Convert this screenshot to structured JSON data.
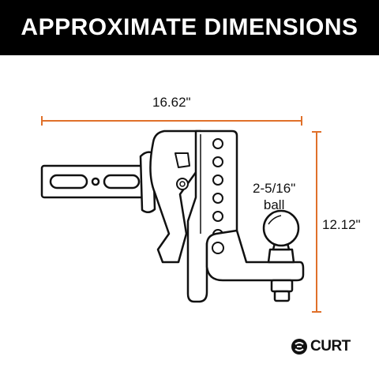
{
  "header": {
    "title": "APPROXIMATE DIMENSIONS"
  },
  "dimensions": {
    "width": "16.62\"",
    "height": "12.12\"",
    "ball_size": "2-5/16\"",
    "ball_word": "ball"
  },
  "brand": {
    "name": "CURT"
  },
  "colors": {
    "dimension_line": "#e0702a",
    "banner": "#000000",
    "outline": "#111111"
  }
}
